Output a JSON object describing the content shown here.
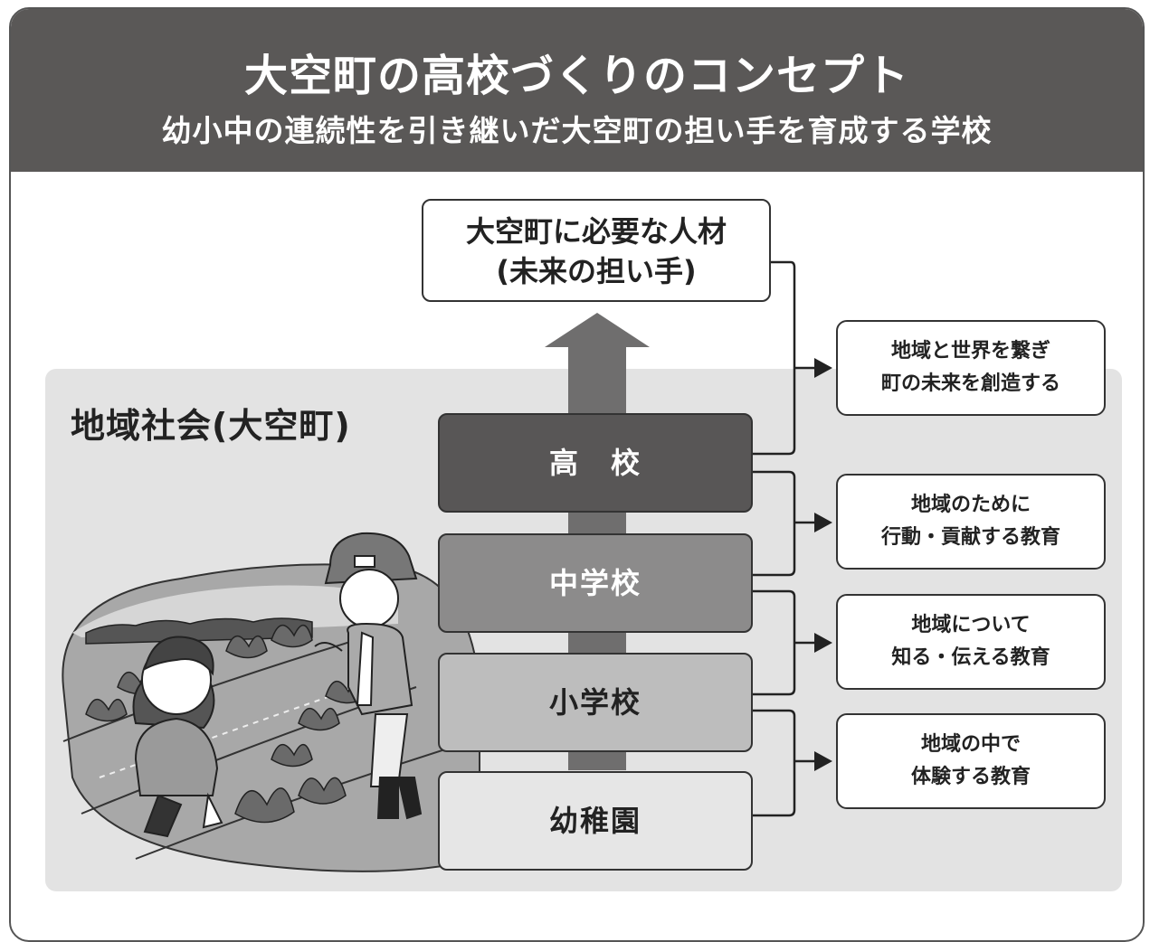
{
  "header": {
    "title": "大空町の高校づくりのコンセプト",
    "subtitle": "幼小中の連続性を引き継いだ大空町の担い手を育成する学校"
  },
  "community_label": "地域社会(大空町)",
  "target": {
    "line1": "大空町に必要な人材",
    "line2": "(未来の担い手)"
  },
  "stages": {
    "high": "高　校",
    "middle": "中学校",
    "elementary": "小学校",
    "kindergarten": "幼稚園"
  },
  "education": [
    {
      "line1": "地域と世界を繋ぎ",
      "line2": "町の未来を創造する"
    },
    {
      "line1": "地域のために",
      "line2": "行動・貢献する教育"
    },
    {
      "line1": "地域について",
      "line2": "知る・伝える教育"
    },
    {
      "line1": "地域の中で",
      "line2": "体験する教育"
    }
  ],
  "colors": {
    "header_bg": "#5a5857",
    "community_bg": "#e3e3e3",
    "high_school": "#585656",
    "middle_school": "#8c8b8b",
    "elementary": "#bdbdbd",
    "kindergarten": "#e6e6e6",
    "arrow": "#6f6e6e"
  }
}
